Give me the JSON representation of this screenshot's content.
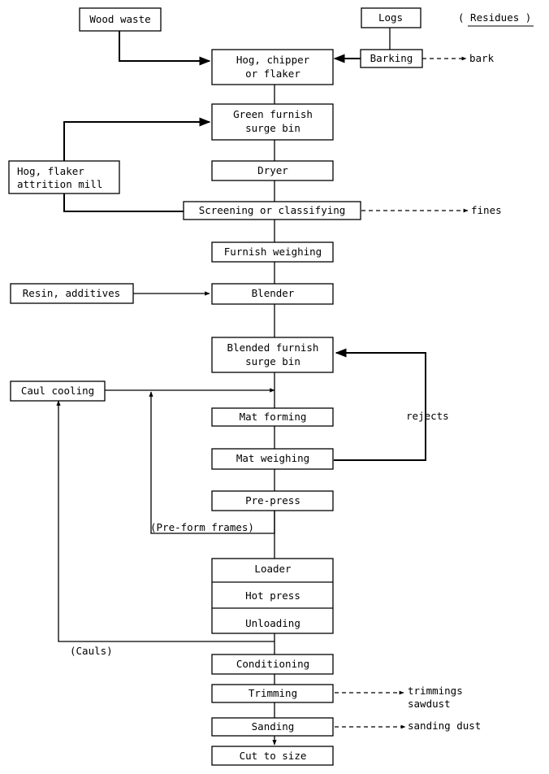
{
  "header": {
    "residues_label": "( Residues )"
  },
  "inputs": {
    "wood_waste": "Wood waste",
    "logs": "Logs",
    "barking": "Barking",
    "hog_flaker_line1": "Hog, flaker",
    "hog_flaker_line2": "attrition mill",
    "resin_additives": "Resin, additives",
    "caul_cooling": "Caul cooling"
  },
  "process": {
    "hog_chipper_line1": "Hog, chipper",
    "hog_chipper_line2": "or flaker",
    "green_furnish_line1": "Green furnish",
    "green_furnish_line2": "surge bin",
    "dryer": "Dryer",
    "screening": "Screening or classifying",
    "furnish_weighing": "Furnish weighing",
    "blender": "Blender",
    "blended_furnish_line1": "Blended furnish",
    "blended_furnish_line2": "surge bin",
    "mat_forming": "Mat forming",
    "mat_weighing": "Mat weighing",
    "pre_press": "Pre-press",
    "loader": "Loader",
    "hot_press": "Hot press",
    "unloading": "Unloading",
    "conditioning": "Conditioning",
    "trimming": "Trimming",
    "sanding": "Sanding",
    "cut_to_size": "Cut to size"
  },
  "residues": {
    "bark": "bark",
    "fines": "fines",
    "trimmings_line1": "trimmings",
    "trimmings_line2": "sawdust",
    "sanding_dust": "sanding dust"
  },
  "annotations": {
    "rejects": "rejects",
    "pre_form_frames": "(Pre-form frames)",
    "cauls": "(Cauls)"
  }
}
